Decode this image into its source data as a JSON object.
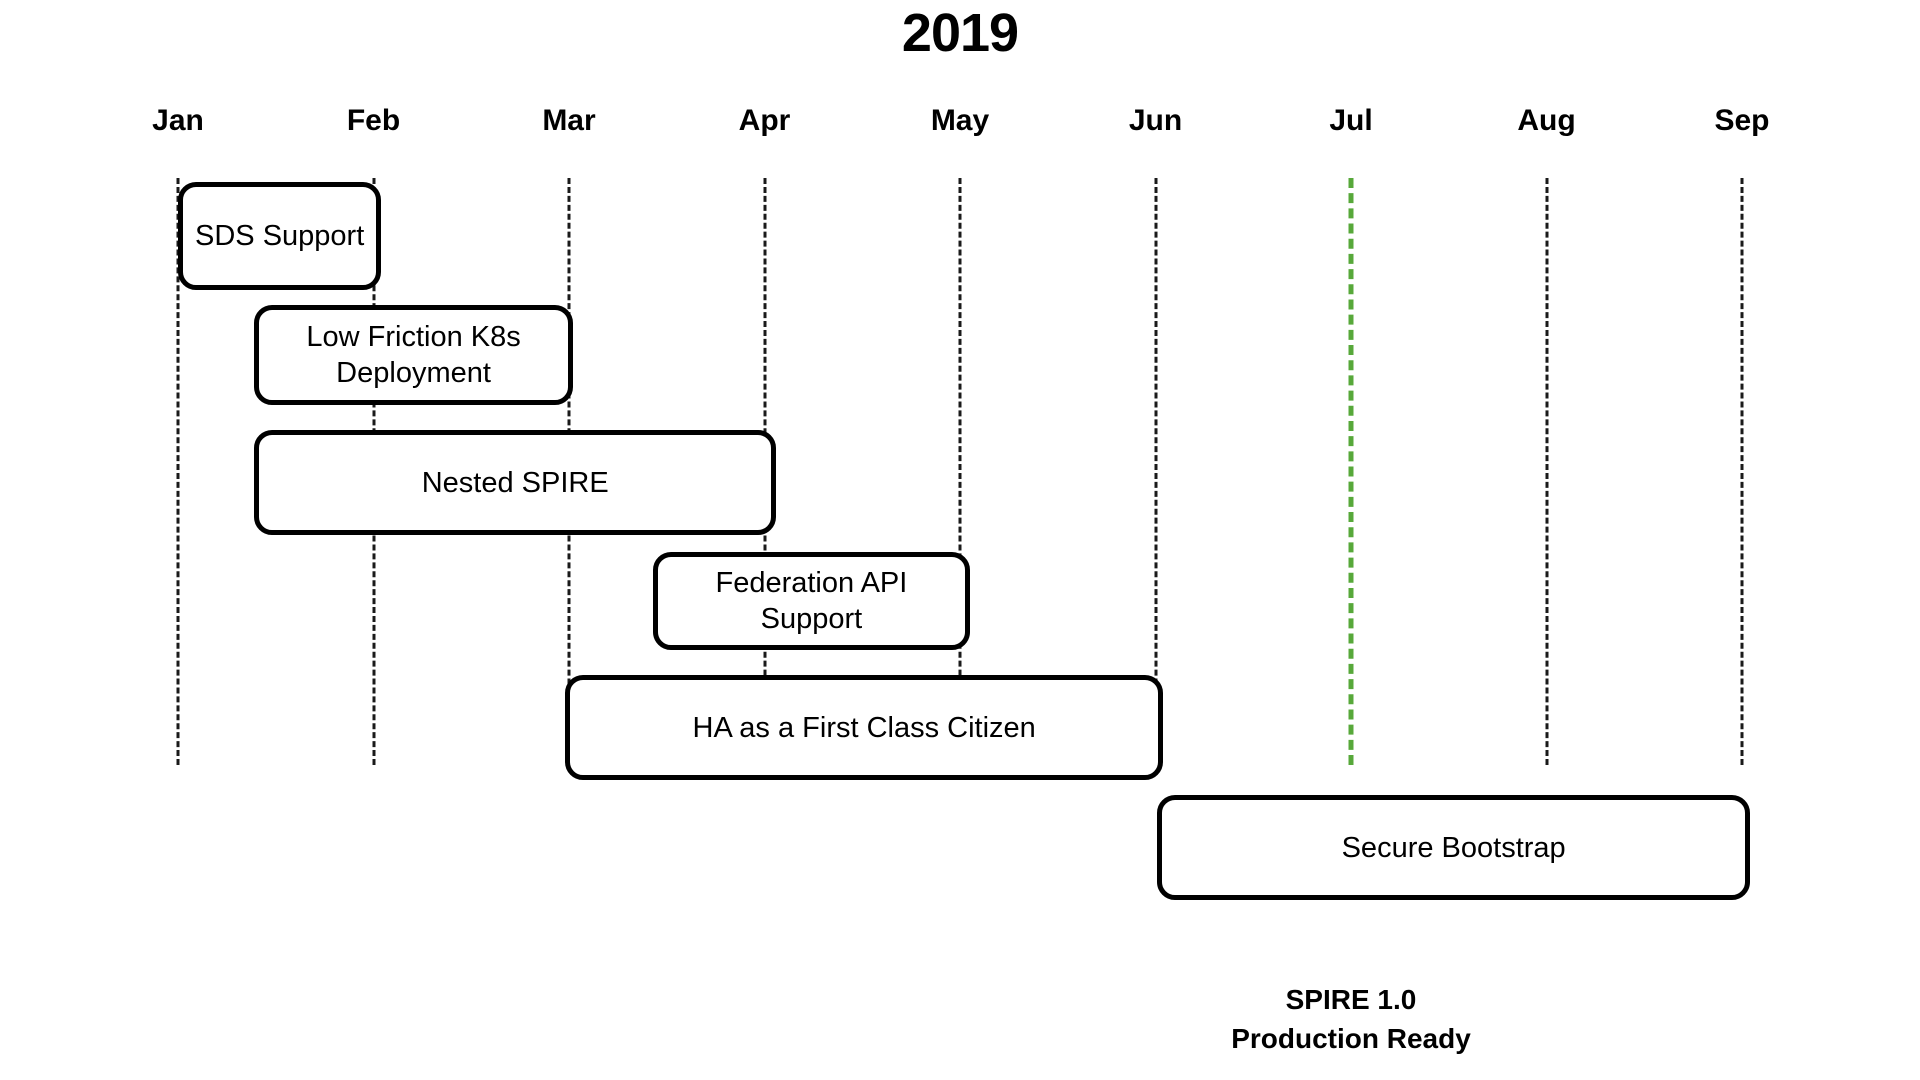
{
  "chart_data": {
    "type": "bar",
    "title": "2019",
    "xlabel": "",
    "ylabel": "",
    "orientation": "horizontal-gantt",
    "grid": true,
    "legend": "none",
    "axis": {
      "ticks": [
        "Jan",
        "Feb",
        "Mar",
        "Apr",
        "May",
        "Jun",
        "Jul",
        "Aug",
        "Sep"
      ],
      "tick_index": [
        0,
        1,
        2,
        3,
        4,
        5,
        6,
        7,
        8
      ],
      "xlim": [
        "Jan",
        "Sep"
      ]
    },
    "categories": [
      "SDS Support",
      "Low Friction K8s\nDeployment",
      "Nested SPIRE",
      "Federation API\nSupport",
      "HA as a First Class Citizen",
      "Secure Bootstrap"
    ],
    "tasks": [
      {
        "label": "SDS Support",
        "start_month": "Jan",
        "end_month": "Feb",
        "start_index": 0.0,
        "end_index": 1.04,
        "row": 0
      },
      {
        "label": "Low Friction K8s\nDeployment",
        "start_month": "Jan",
        "end_month": "Mar",
        "start_index": 0.39,
        "end_index": 2.02,
        "row": 1
      },
      {
        "label": "Nested SPIRE",
        "start_month": "Jan",
        "end_month": "Apr",
        "start_index": 0.39,
        "end_index": 3.06,
        "row": 2
      },
      {
        "label": "Federation API\nSupport",
        "start_month": "Mar",
        "end_month": "May",
        "start_index": 2.43,
        "end_index": 4.05,
        "row": 3
      },
      {
        "label": "HA as a First Class Citizen",
        "start_month": "Mar",
        "end_month": "Jun",
        "start_index": 1.98,
        "end_index": 5.04,
        "row": 4
      },
      {
        "label": "Secure Bootstrap",
        "start_month": "Jun",
        "end_month": "Sep",
        "start_index": 5.01,
        "end_index": 8.04,
        "row": 5
      }
    ],
    "milestone": {
      "at_month": "Jul",
      "at_index": 6,
      "label": "SPIRE 1.0\nProduction Ready",
      "color": "#57a83a",
      "style": "dashed-vertical-line"
    },
    "colors": {
      "bar_fill": "#ffffff",
      "bar_border": "#000000",
      "gridline": "#1a1a1a",
      "text": "#000000",
      "background": "#ffffff",
      "milestone": "#57a83a"
    }
  }
}
